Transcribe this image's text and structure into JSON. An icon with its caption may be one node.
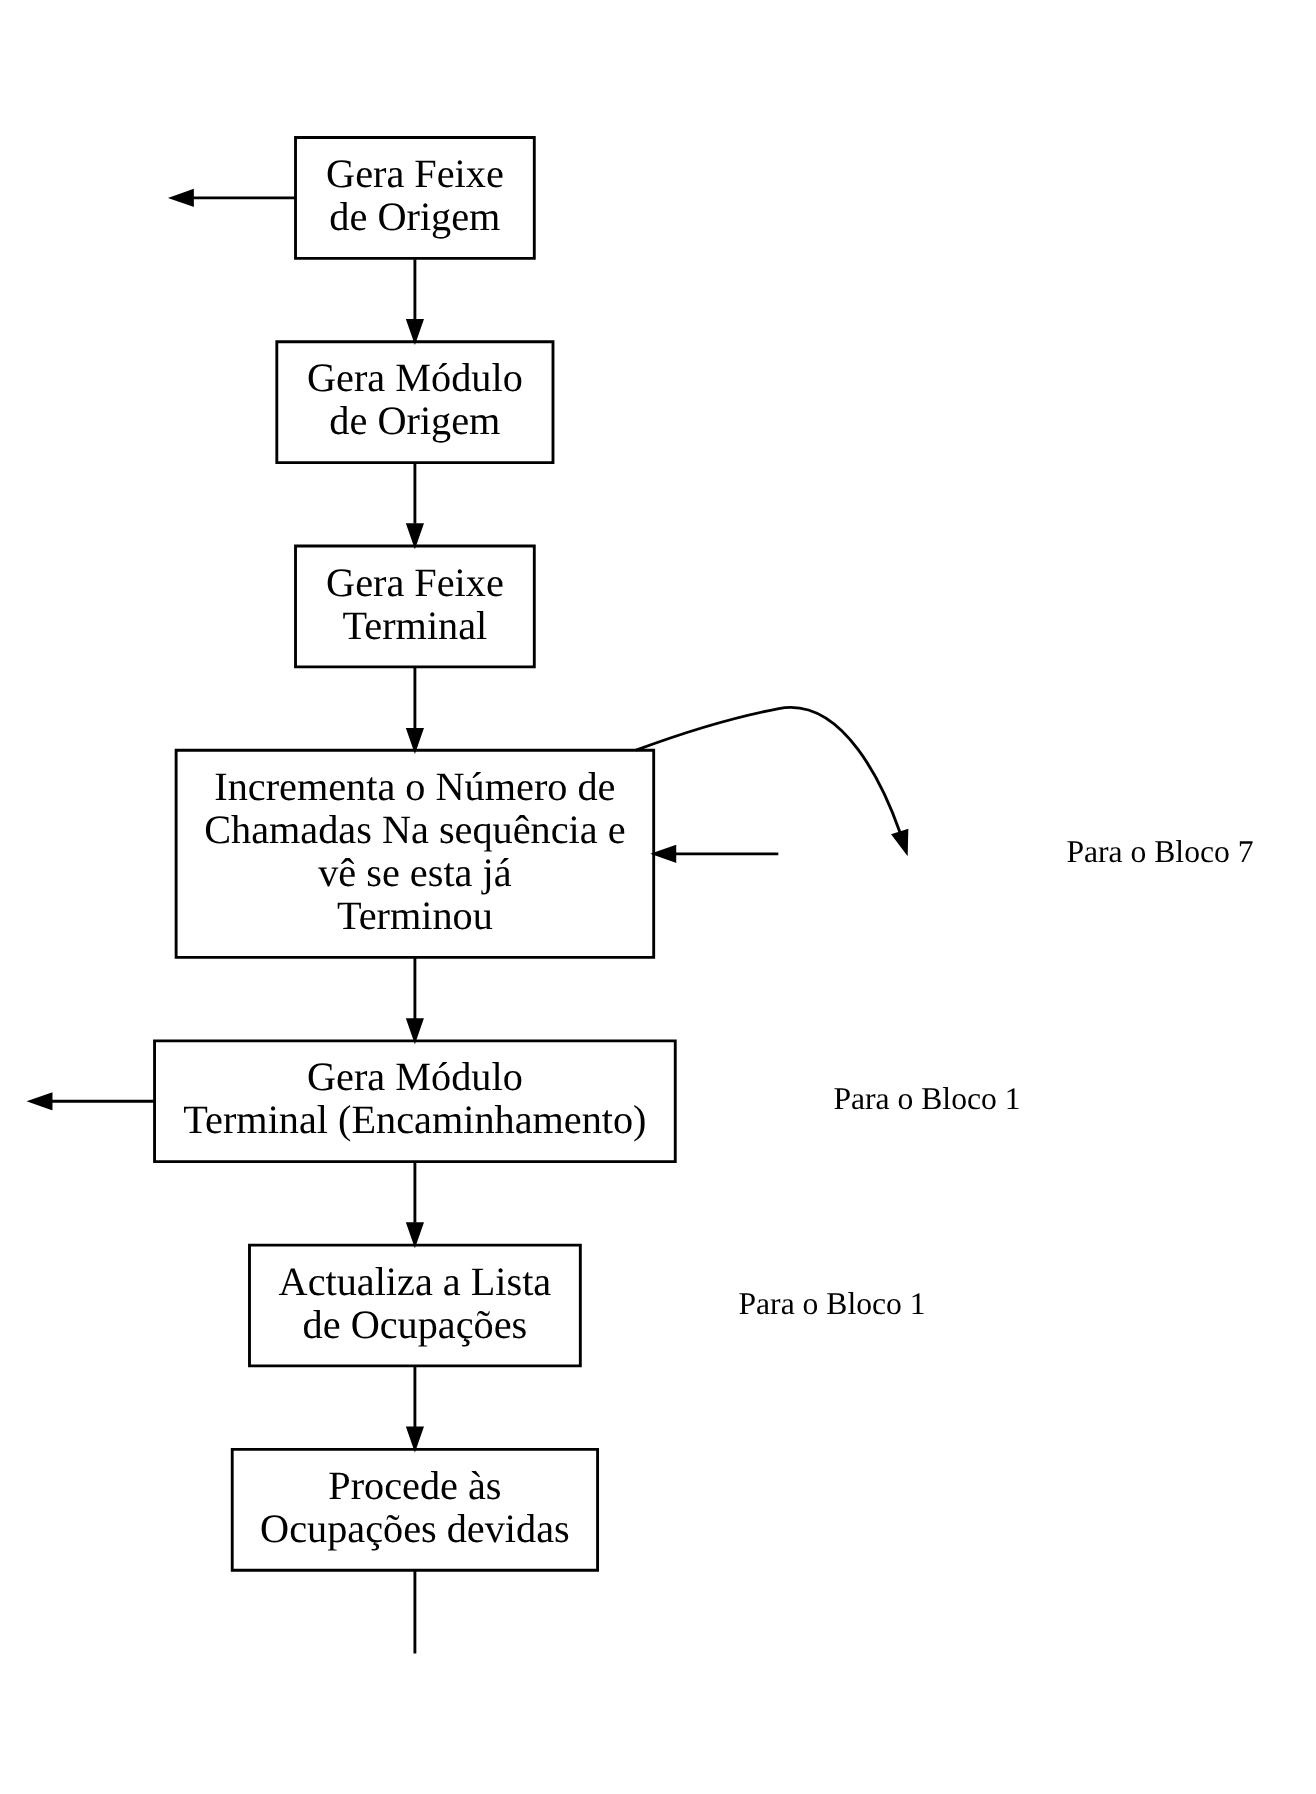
{
  "diagram": {
    "nodes": [
      {
        "text": [
          "Gera Feixe de Origem"
        ]
      },
      {
        "text": [
          "Gera Módulo de Origem"
        ]
      },
      {
        "text": [
          "Gera Feixe Terminal"
        ]
      },
      {
        "text": [
          "Incrementa o Número de Chamadas Na sequência e vê se esta já Terminou"
        ]
      },
      {
        "text": [
          "Gera Módulo Terminal (Encaminhamento)"
        ]
      },
      {
        "text": [
          "Actualiza a Lista de Ocupações"
        ]
      },
      {
        "text": [
          "Procede às Ocupações devidas"
        ]
      }
    ],
    "edges": [
      {
        "from": 0,
        "to": null,
        "arrow": "to"
      },
      {
        "from": 0,
        "to": 1,
        "arrow": "to"
      },
      {
        "from": 1,
        "to": 2,
        "arrow": "to"
      },
      {
        "from": 2,
        "to": 3,
        "arrow": "to"
      },
      {
        "from": 3,
        "to": null,
        "arrow": "to"
      },
      {
        "from": null,
        "to": 3,
        "arrow": "to"
      },
      {
        "from": 3,
        "to": 4,
        "arrow": "to"
      },
      {
        "from": 4,
        "to": null,
        "arrow": "to"
      },
      {
        "from": 4,
        "to": 5,
        "arrow": "to"
      },
      {
        "from": 5,
        "to": 6,
        "arrow": "to"
      },
      {
        "from": 6,
        "to": null,
        "arrow": "none"
      }
    ],
    "labels": [
      "Para o Bloco 1",
      "Para o Bloco 7",
      "Para o Bloco 1"
    ]
  }
}
